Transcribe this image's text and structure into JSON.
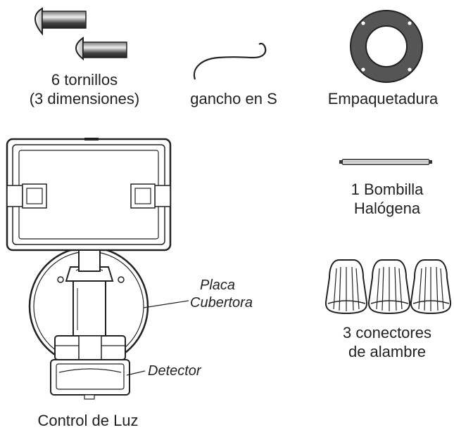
{
  "screws": {
    "line1": "6 tornillos",
    "line2": "(3 dimensiones)"
  },
  "hook": {
    "label": "gancho en S"
  },
  "gasket": {
    "label": "Empaquetadura"
  },
  "bulb": {
    "line1": "1 Bombilla",
    "line2": "Halógena"
  },
  "connectors": {
    "line1": "3 conectores",
    "line2": "de alambre"
  },
  "cover_plate": {
    "line1": "Placa",
    "line2": "Cubertora"
  },
  "detector": {
    "label": "Detector"
  },
  "light_control": {
    "label": "Control de Luz"
  }
}
